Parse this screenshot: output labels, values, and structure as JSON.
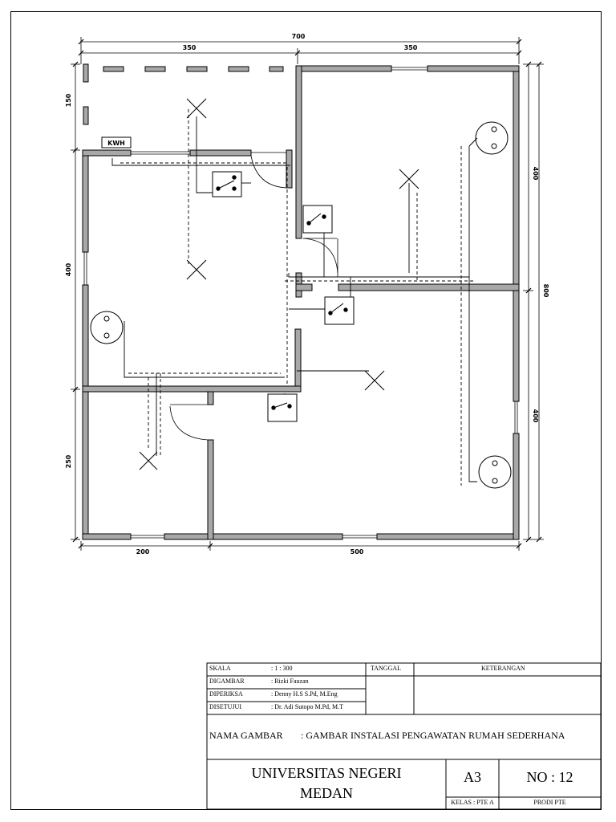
{
  "drawing": {
    "dimensions": {
      "total_width": "700",
      "left_width": "350",
      "right_width": "350",
      "top_left_height": "150",
      "left_middle_height": "400",
      "left_bottom_height": "250",
      "right_upper_height": "400",
      "right_lower_height": "400",
      "total_height": "800",
      "bottom_left_width": "200",
      "bottom_right_width": "500"
    },
    "kwh_label": "KWH"
  },
  "title_block": {
    "skala_label": "SKALA",
    "skala_value": ": 1 : 300",
    "digambar_label": "DIGAMBAR",
    "digambar_value": ": Rizki Fauzan",
    "diperiksa_label": "DIPERIKSA",
    "diperiksa_value": ": Denny H.S S.Pd, M.Eng",
    "disetujui_label": "DISETUJUI",
    "disetujui_value": ": Dr. Adi Sutopo M.Pd, M.T",
    "tanggal_label": "TANGGAL",
    "keterangan_label": "KETERANGAN",
    "nama_gambar_label": "NAMA GAMBAR",
    "nama_gambar_value": ": GAMBAR INSTALASI PENGAWATAN RUMAH SEDERHANA",
    "university_line1": "UNIVERSITAS NEGERI",
    "university_line2": "MEDAN",
    "paper_size": "A3",
    "sheet_number": "NO : 12",
    "kelas": "KELAS : PTE A",
    "prodi": "PRODI PTE"
  }
}
